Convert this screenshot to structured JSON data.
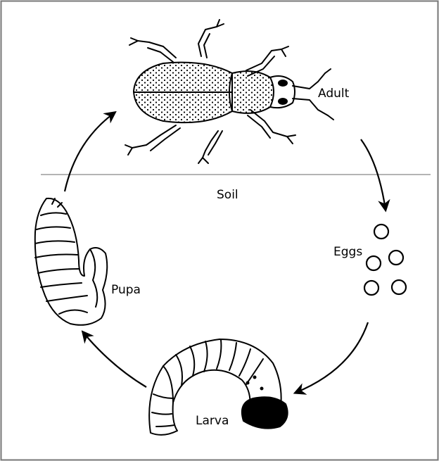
{
  "labels": {
    "adult": "Adult",
    "soil": "Soil",
    "eggs": "Eggs",
    "larva": "Larva",
    "pupa": "Pupa"
  },
  "colors": {
    "ink": "#000000",
    "background": "#ffffff",
    "frame": "#777777",
    "soil_line": "#888888"
  }
}
